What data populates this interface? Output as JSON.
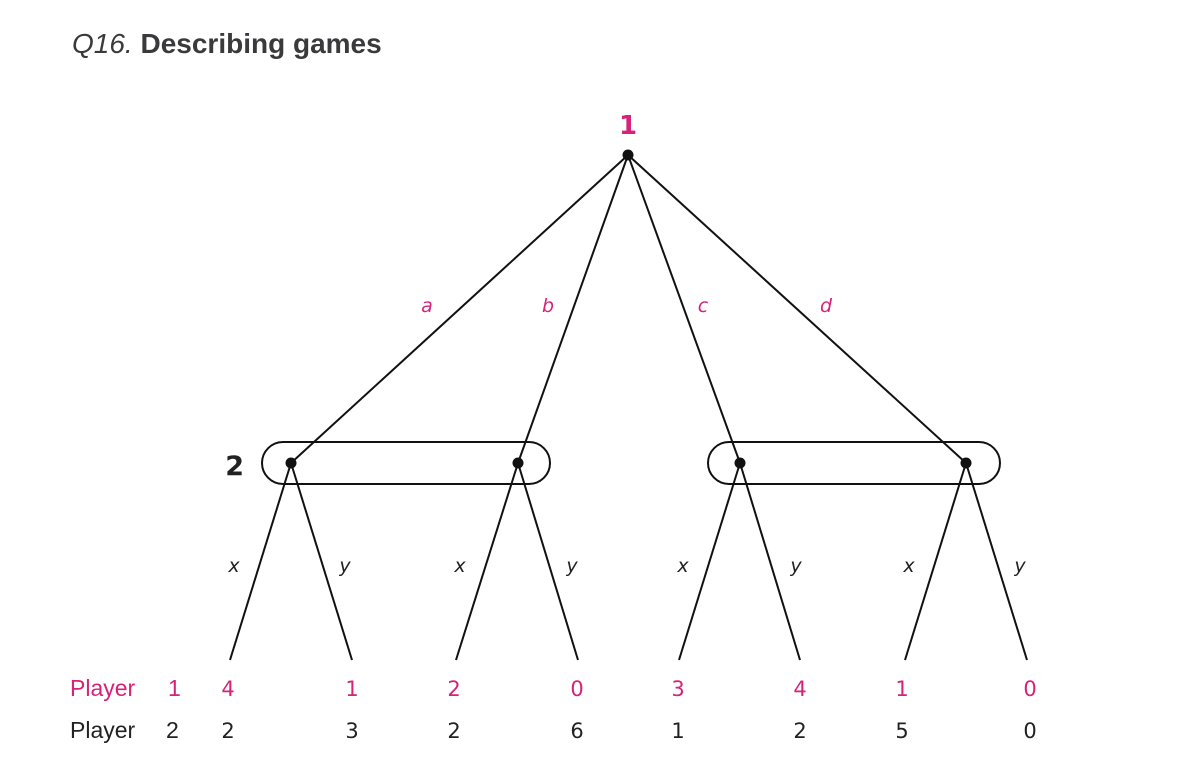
{
  "header": {
    "question_number": "Q16.",
    "title": "Describing games"
  },
  "colors": {
    "player1": "#d6227a",
    "player2": "#222222",
    "lines": "#111111",
    "title": "#3a3a3c"
  },
  "tree": {
    "root_player": "1",
    "info_set_player": "2",
    "player1_moves": [
      "a",
      "b",
      "c",
      "d"
    ],
    "player2_moves": [
      "x",
      "y",
      "x",
      "y",
      "x",
      "y",
      "x",
      "y"
    ],
    "info_sets": [
      {
        "contains_moves": [
          "a",
          "b"
        ]
      },
      {
        "contains_moves": [
          "c",
          "d"
        ]
      }
    ]
  },
  "payoffs": {
    "player1_label": "Player",
    "player1_number": "1",
    "player2_label": "Player",
    "player2_number": "2",
    "player1": [
      "4",
      "1",
      "2",
      "0",
      "3",
      "4",
      "1",
      "0"
    ],
    "player2": [
      "2",
      "3",
      "2",
      "6",
      "1",
      "2",
      "5",
      "0"
    ]
  }
}
